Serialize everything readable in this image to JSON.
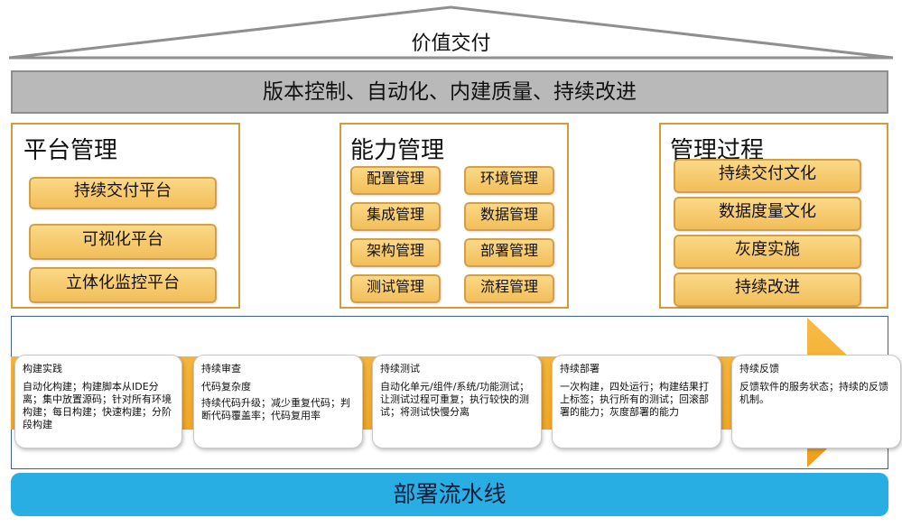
{
  "roof": {
    "title": "价值交付"
  },
  "banner": {
    "text": "版本控制、自动化、内建质量、持续改进"
  },
  "platform": {
    "title": "平台管理",
    "items": [
      "持续交付平台",
      "可视化平台",
      "立体化监控平台"
    ]
  },
  "capability": {
    "title": "能力管理",
    "left": [
      "配置管理",
      "集成管理",
      "架构管理",
      "测试管理"
    ],
    "right": [
      "环境管理",
      "数据管理",
      "部署管理",
      "流程管理"
    ]
  },
  "process_mgmt": {
    "title": "管理过程",
    "items": [
      "持续交付文化",
      "数据度量文化",
      "灰度实施",
      "持续改进"
    ]
  },
  "stages": [
    {
      "title": "构建实践",
      "sub": "",
      "text": "自动化构建；构建脚本从IDE分离；集中放置源码；针对所有环境构建；每日构建；快速构建；分阶段构建"
    },
    {
      "title": "持续审查",
      "sub": "代码复杂度",
      "text": "持续代码升级；减少重复代码；判断代码覆盖率；代码复用率"
    },
    {
      "title": "持续测试",
      "sub": "",
      "text": "自动化单元/组件/系统/功能测试；让测试过程可重复；执行较快的测试；将测试快慢分离"
    },
    {
      "title": "持续部署",
      "sub": "",
      "text": "一次构建，四处运行；构建结果打上标签；执行所有的测试；回滚部署的能力；灰度部署的能力"
    },
    {
      "title": "持续反馈",
      "sub": "",
      "text": "反馈软件的服务状态；持续的反馈机制。"
    }
  ],
  "footer": {
    "text": "部署流水线"
  },
  "colors": {
    "pill": "#f5c46a",
    "panel_border": "#d49a3c",
    "arrow": "#f2a928",
    "footer": "#28aee3",
    "banner": "#b9b9b9"
  }
}
